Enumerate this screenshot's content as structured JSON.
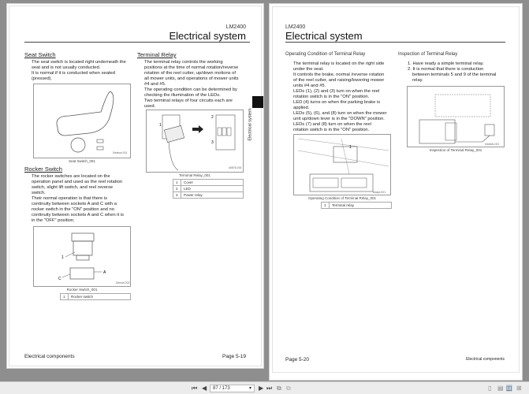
{
  "left_page": {
    "model": "LM2400",
    "title": "Electrical system",
    "seat_switch": {
      "heading": "Seat Switch",
      "text": [
        "The seat switch is located right underneath the",
        "seat and is not usually conducted.",
        "It is normal if it is conducted when seated",
        "(pressed)."
      ],
      "caption": "Seat Switch_001",
      "fig_id": "Seatsw-001"
    },
    "rocker_switch": {
      "heading": "Rocker Switch",
      "text": [
        "The rocker switches are located on the",
        "operation panel and used as the reel rotation",
        "switch, slight lift switch, and reel reverse",
        "switch.",
        "Their normal operation is that there is",
        "continuity between sockets A and C with a",
        "rocker switch in the \"ON\" position and no",
        "continuity between sockets A and C when it is",
        "in the \"OFF\" position."
      ],
      "caption": "Rocker Switch_001",
      "fig_id": "Dimsw-002",
      "labels": [
        "1",
        "A",
        "C"
      ],
      "table": [
        [
          "1",
          "Rocker switch"
        ]
      ]
    },
    "terminal_relay": {
      "heading": "Terminal Relay",
      "text": [
        "The terminal relay controls the working",
        "positions at the time of normal rotation/reverse",
        "rotation of the reel cutter, up/down motions of",
        "all mower units, and operations of mower units",
        "#4 and #5.",
        "The operating condition can be determined by",
        "checking the illumination of the LEDs.",
        "Two terminal relays of four circuits each are",
        "used."
      ],
      "caption": "Terminal Relay_001",
      "fig_id": "a0876-001",
      "labels": [
        "1",
        "2",
        "3"
      ],
      "table": [
        [
          "1",
          "Cover"
        ],
        [
          "2",
          "LED"
        ],
        [
          "3",
          "Power relay"
        ]
      ]
    },
    "side_tab": "Electrical system",
    "footer_left": "Electrical components",
    "footer_right": "Page 5-19"
  },
  "right_page": {
    "model": "LM2400",
    "title": "Electrical system",
    "operating": {
      "heading": "Operating Condition of Terminal Relay",
      "text": [
        "The terminal relay is located on the right side",
        "under the seat.",
        "It controls the brake, normal /reverse rotation",
        "of the reel cutter, and raising/lowering mower",
        "units #4 and #5.",
        "LEDs (1), (2) and (3) turn on when the reel",
        "rotation switch is in the \"ON\" position.",
        "LED (4) turns on when the parking brake is",
        "applied.",
        "LEDs (5), (6), and (8) turn on when the mower",
        "unit up/down lever is in the \"DOWN\" position.",
        "LEDs (7) and (8) turn on when the reel",
        "rotation switch is in the \"ON\" position."
      ],
      "caption": "Operating Condition of Terminal Relay_001",
      "fig_id": "Adapt-001",
      "label": "1",
      "table": [
        [
          "1",
          "Terminal relay"
        ]
      ]
    },
    "inspection": {
      "heading": "Inspection of Terminal Relay",
      "items": [
        "1. Have ready a simple terminal relay.",
        "2. It is normal that there is conduction",
        "between terminals 5 and 9 of the terminal",
        "relay."
      ],
      "caption": "Inspection of Terminal Relay_001",
      "fig_id": "Insfadv-001"
    },
    "footer_left": "Page 5-20",
    "footer_right": "Electrical components"
  },
  "toolbar": {
    "page_field": "87 / 173",
    "icons": [
      "first-page-icon",
      "prev-page-icon",
      "dropdown-icon",
      "next-page-icon",
      "last-page-icon",
      "rotate-left-icon",
      "rotate-right-icon",
      "single-page-icon",
      "continuous-icon",
      "two-page-icon",
      "two-page-continuous-icon"
    ],
    "active_view": "two-page"
  }
}
